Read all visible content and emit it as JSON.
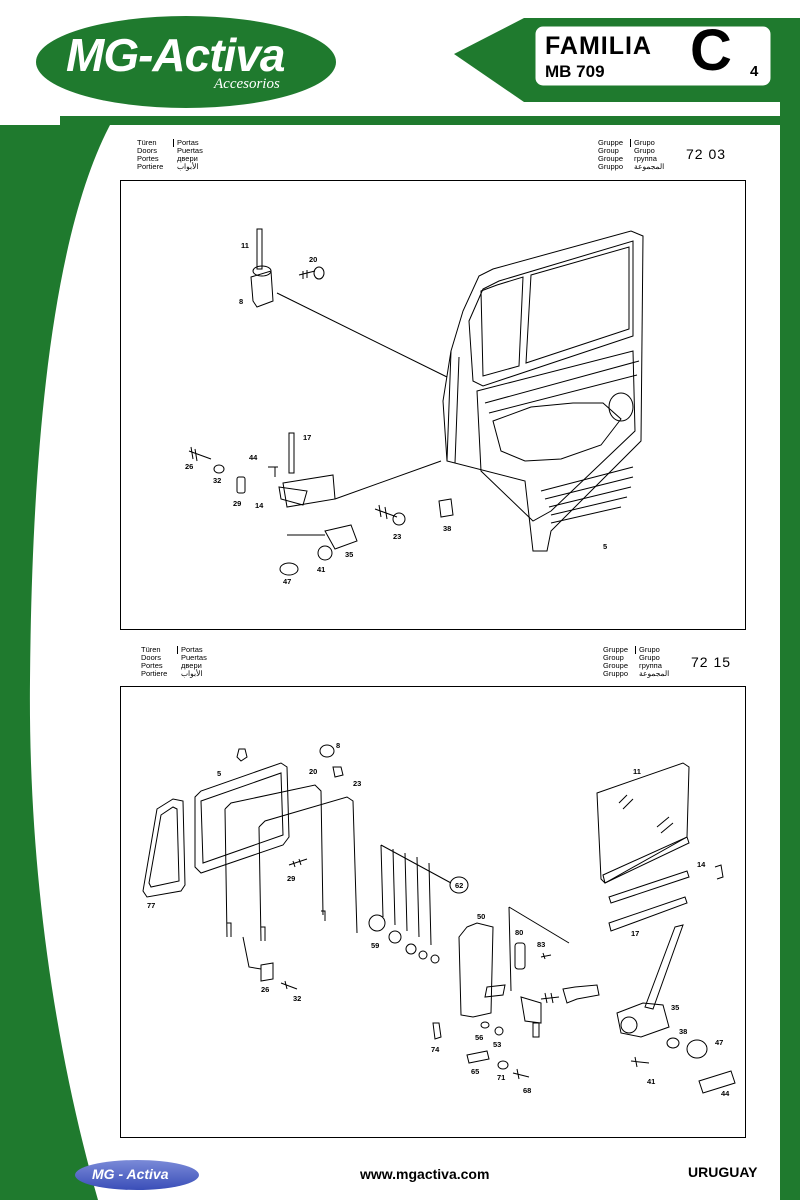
{
  "brand": {
    "name": "MG-Activa",
    "tagline": "Accesorios"
  },
  "family": {
    "label": "FAMILIA",
    "model": "MB 709",
    "letter": "C",
    "number": "4"
  },
  "sections": [
    {
      "col1": [
        "Türen",
        "Doors",
        "Portes",
        "Portiere"
      ],
      "col2": [
        "Portas",
        "Puertas",
        "двери",
        "الأبواب"
      ],
      "grp1": [
        "Gruppe",
        "Group",
        "Groupe",
        "Gruppo"
      ],
      "grp2": [
        "Grupo",
        "Grupo",
        "группа",
        "المجموعة"
      ],
      "group_number": "72 03",
      "part_labels": [
        "11",
        "20",
        "8",
        "17",
        "44",
        "26",
        "32",
        "29",
        "14",
        "23",
        "35",
        "41",
        "47",
        "38",
        "5"
      ]
    },
    {
      "col1": [
        "Türen",
        "Doors",
        "Portes",
        "Portiere"
      ],
      "col2": [
        "Portas",
        "Puertas",
        "двери",
        "الأبواب"
      ],
      "grp1": [
        "Gruppe",
        "Group",
        "Groupe",
        "Gruppo"
      ],
      "grp2": [
        "Grupo",
        "Grupo",
        "группа",
        "المجموعة"
      ],
      "group_number": "72 15",
      "part_labels": [
        "8",
        "5",
        "20",
        "23",
        "77",
        "29",
        "26",
        "32",
        "62",
        "59",
        "50",
        "80",
        "83",
        "74",
        "56",
        "53",
        "65",
        "71",
        "68",
        "11",
        "14",
        "17",
        "35",
        "38",
        "47",
        "41",
        "44"
      ]
    }
  ],
  "footer": {
    "logo_text": "MG - Activa",
    "url": "www.mgactiva.com",
    "country": "URUGUAY"
  },
  "colors": {
    "brand_green": "#1f7a2e",
    "footer_logo_blue": "#4a5cc4",
    "background": "#ffffff"
  }
}
